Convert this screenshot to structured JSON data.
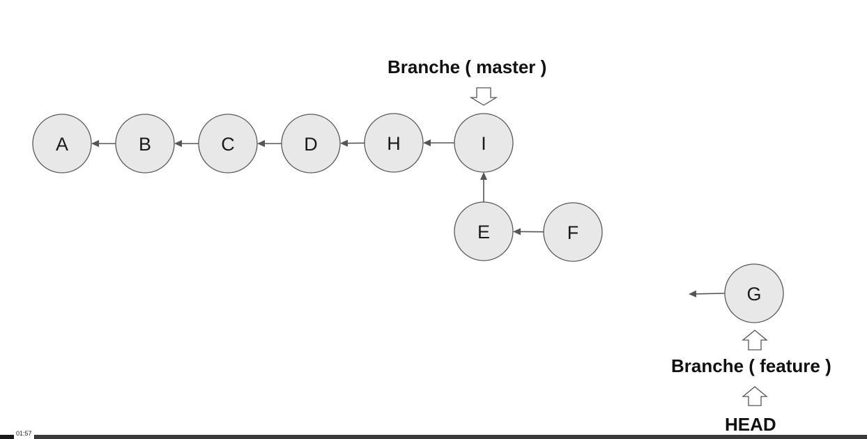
{
  "diagram": {
    "nodes": [
      {
        "id": "A",
        "label": "A"
      },
      {
        "id": "B",
        "label": "B"
      },
      {
        "id": "C",
        "label": "C"
      },
      {
        "id": "D",
        "label": "D"
      },
      {
        "id": "H",
        "label": "H"
      },
      {
        "id": "I",
        "label": "I"
      },
      {
        "id": "E",
        "label": "E"
      },
      {
        "id": "F",
        "label": "F"
      },
      {
        "id": "G",
        "label": "G"
      }
    ],
    "edges": [
      {
        "from": "B",
        "to": "A"
      },
      {
        "from": "C",
        "to": "B"
      },
      {
        "from": "D",
        "to": "C"
      },
      {
        "from": "H",
        "to": "D"
      },
      {
        "from": "I",
        "to": "H"
      },
      {
        "from": "E",
        "to": "I"
      },
      {
        "from": "F",
        "to": "E"
      },
      {
        "from": "G",
        "to": null
      }
    ],
    "master_label": "Branche ( master )",
    "feature_label": "Branche ( feature )",
    "head_label": "HEAD"
  },
  "player": {
    "time": "01:57",
    "progress": 0.04
  }
}
